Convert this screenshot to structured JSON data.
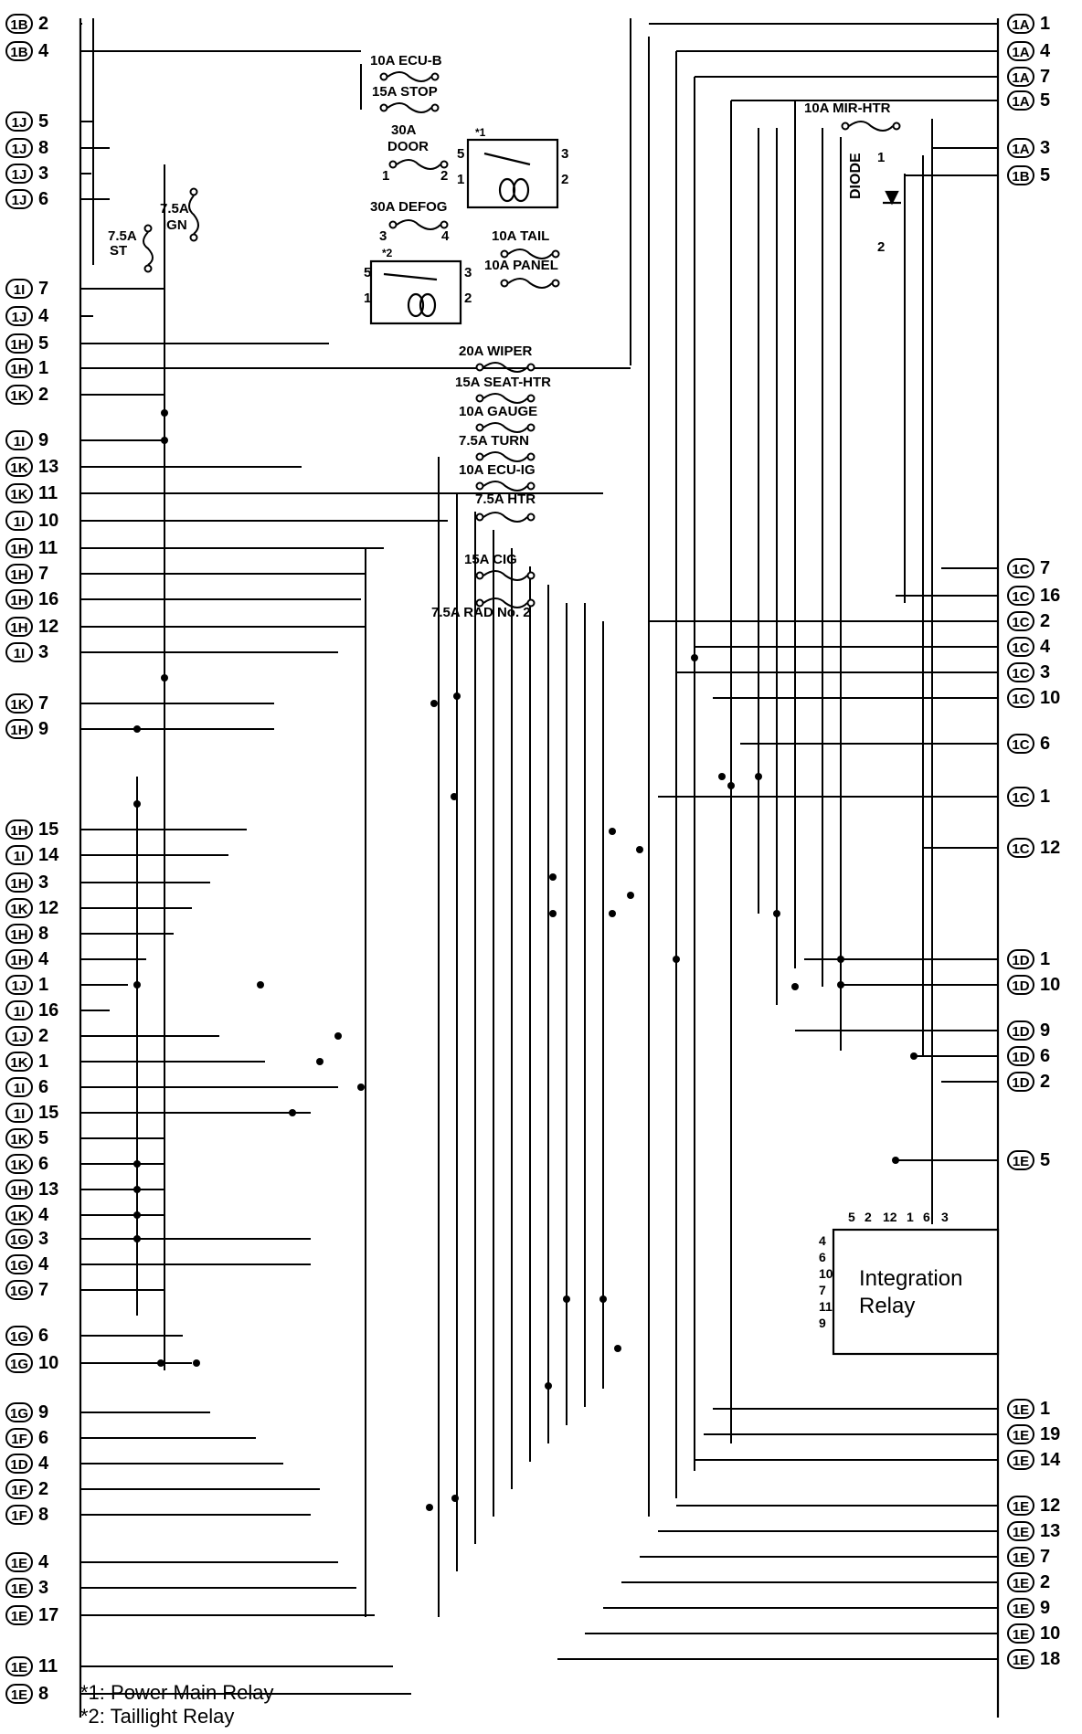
{
  "left_connectors": [
    {
      "conn": "1B",
      "pin": "2"
    },
    {
      "conn": "1B",
      "pin": "4"
    },
    {
      "conn": "1J",
      "pin": "5"
    },
    {
      "conn": "1J",
      "pin": "8"
    },
    {
      "conn": "1J",
      "pin": "3"
    },
    {
      "conn": "1J",
      "pin": "6"
    },
    {
      "conn": "1I",
      "pin": "7"
    },
    {
      "conn": "1J",
      "pin": "4"
    },
    {
      "conn": "1H",
      "pin": "5"
    },
    {
      "conn": "1H",
      "pin": "1"
    },
    {
      "conn": "1K",
      "pin": "2"
    },
    {
      "conn": "1I",
      "pin": "9"
    },
    {
      "conn": "1K",
      "pin": "13"
    },
    {
      "conn": "1K",
      "pin": "11"
    },
    {
      "conn": "1I",
      "pin": "10"
    },
    {
      "conn": "1H",
      "pin": "11"
    },
    {
      "conn": "1H",
      "pin": "7"
    },
    {
      "conn": "1H",
      "pin": "16"
    },
    {
      "conn": "1H",
      "pin": "12"
    },
    {
      "conn": "1I",
      "pin": "3"
    },
    {
      "conn": "1K",
      "pin": "7"
    },
    {
      "conn": "1H",
      "pin": "9"
    },
    {
      "conn": "1H",
      "pin": "15"
    },
    {
      "conn": "1I",
      "pin": "14"
    },
    {
      "conn": "1H",
      "pin": "3"
    },
    {
      "conn": "1K",
      "pin": "12"
    },
    {
      "conn": "1H",
      "pin": "8"
    },
    {
      "conn": "1H",
      "pin": "4"
    },
    {
      "conn": "1J",
      "pin": "1"
    },
    {
      "conn": "1I",
      "pin": "16"
    },
    {
      "conn": "1J",
      "pin": "2"
    },
    {
      "conn": "1K",
      "pin": "1"
    },
    {
      "conn": "1I",
      "pin": "6"
    },
    {
      "conn": "1I",
      "pin": "15"
    },
    {
      "conn": "1K",
      "pin": "5"
    },
    {
      "conn": "1K",
      "pin": "6"
    },
    {
      "conn": "1H",
      "pin": "13"
    },
    {
      "conn": "1K",
      "pin": "4"
    },
    {
      "conn": "1G",
      "pin": "3"
    },
    {
      "conn": "1G",
      "pin": "4"
    },
    {
      "conn": "1G",
      "pin": "7"
    },
    {
      "conn": "1G",
      "pin": "6"
    },
    {
      "conn": "1G",
      "pin": "10"
    },
    {
      "conn": "1G",
      "pin": "9"
    },
    {
      "conn": "1F",
      "pin": "6"
    },
    {
      "conn": "1D",
      "pin": "4"
    },
    {
      "conn": "1F",
      "pin": "2"
    },
    {
      "conn": "1F",
      "pin": "8"
    },
    {
      "conn": "1E",
      "pin": "4"
    },
    {
      "conn": "1E",
      "pin": "3"
    },
    {
      "conn": "1E",
      "pin": "17"
    },
    {
      "conn": "1E",
      "pin": "11"
    },
    {
      "conn": "1E",
      "pin": "8"
    }
  ],
  "right_connectors": [
    {
      "conn": "1A",
      "pin": "1"
    },
    {
      "conn": "1A",
      "pin": "4"
    },
    {
      "conn": "1A",
      "pin": "7"
    },
    {
      "conn": "1A",
      "pin": "5"
    },
    {
      "conn": "1A",
      "pin": "3"
    },
    {
      "conn": "1B",
      "pin": "5"
    },
    {
      "conn": "1C",
      "pin": "7"
    },
    {
      "conn": "1C",
      "pin": "16"
    },
    {
      "conn": "1C",
      "pin": "2"
    },
    {
      "conn": "1C",
      "pin": "4"
    },
    {
      "conn": "1C",
      "pin": "3"
    },
    {
      "conn": "1C",
      "pin": "10"
    },
    {
      "conn": "1C",
      "pin": "6"
    },
    {
      "conn": "1C",
      "pin": "1"
    },
    {
      "conn": "1C",
      "pin": "12"
    },
    {
      "conn": "1D",
      "pin": "1"
    },
    {
      "conn": "1D",
      "pin": "10"
    },
    {
      "conn": "1D",
      "pin": "9"
    },
    {
      "conn": "1D",
      "pin": "6"
    },
    {
      "conn": "1D",
      "pin": "2"
    },
    {
      "conn": "1E",
      "pin": "5"
    },
    {
      "conn": "1E",
      "pin": "1"
    },
    {
      "conn": "1E",
      "pin": "19"
    },
    {
      "conn": "1E",
      "pin": "14"
    },
    {
      "conn": "1E",
      "pin": "12"
    },
    {
      "conn": "1E",
      "pin": "13"
    },
    {
      "conn": "1E",
      "pin": "7"
    },
    {
      "conn": "1E",
      "pin": "2"
    },
    {
      "conn": "1E",
      "pin": "9"
    },
    {
      "conn": "1E",
      "pin": "10"
    },
    {
      "conn": "1E",
      "pin": "18"
    }
  ],
  "fuses": [
    {
      "label": "10A ECU-B"
    },
    {
      "label": "15A STOP"
    },
    {
      "label": "30A"
    },
    {
      "label": "DOOR"
    },
    {
      "label": "30A DEFOG"
    },
    {
      "label": "10A TAIL"
    },
    {
      "label": "10A PANEL"
    },
    {
      "label": "7.5A"
    },
    {
      "label": "IGN"
    },
    {
      "label": "7.5A"
    },
    {
      "label": "ST"
    },
    {
      "label": "10A MIR-HTR"
    },
    {
      "label": "20A WIPER"
    },
    {
      "label": "15A SEAT-HTR"
    },
    {
      "label": "10A GAUGE"
    },
    {
      "label": "7.5A TURN"
    },
    {
      "label": "10A ECU-IG"
    },
    {
      "label": "7.5A HTR"
    },
    {
      "label": "15A CIG"
    },
    {
      "label": "7.5A RAD No. 2"
    }
  ],
  "relay_marks": {
    "power_main": "*1",
    "taillight": "*2"
  },
  "relay_pins": {
    "power_main": [
      "5",
      "3",
      "1",
      "2",
      "1",
      "2"
    ],
    "taillight": [
      "5",
      "3",
      "1",
      "2"
    ],
    "defog": [
      "3",
      "4"
    ]
  },
  "diode": {
    "label": "DIODE",
    "pin1": "1",
    "pin2": "2"
  },
  "integration_relay": {
    "line1": "Integration",
    "line2": "Relay",
    "top_pins": [
      "5",
      "2",
      "12",
      "1",
      "6",
      "3"
    ],
    "left_pins": [
      "4",
      "6",
      "10",
      "7",
      "11",
      "9"
    ]
  },
  "footnotes": [
    "*1: Power Main Relay",
    "*2: Taillight Relay"
  ]
}
